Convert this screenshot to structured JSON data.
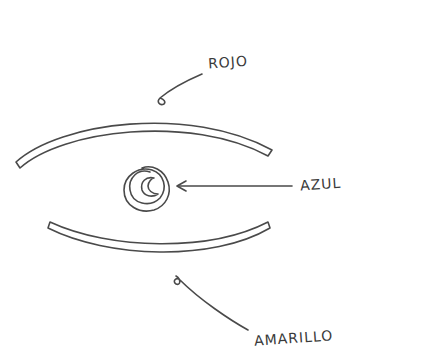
{
  "diagram": {
    "labels": [
      "ROJO",
      "AZUL",
      "AMARILLO"
    ]
  }
}
